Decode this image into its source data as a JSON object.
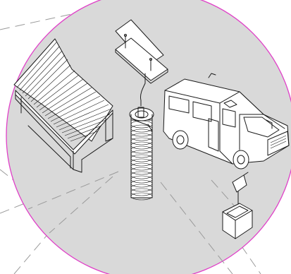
{
  "diagram": {
    "elements": [
      "bench",
      "pipe-coil",
      "mounting-plates",
      "motorhome",
      "tank-with-flag"
    ]
  },
  "colors": {
    "background": "#ffffff",
    "site_circle_fill": "#d9d9d9",
    "site_circle_outline": "#e040c8",
    "dash_lines": "#9a9a9a",
    "ink": "#1a1a1a",
    "object_fill": "#ffffff"
  }
}
